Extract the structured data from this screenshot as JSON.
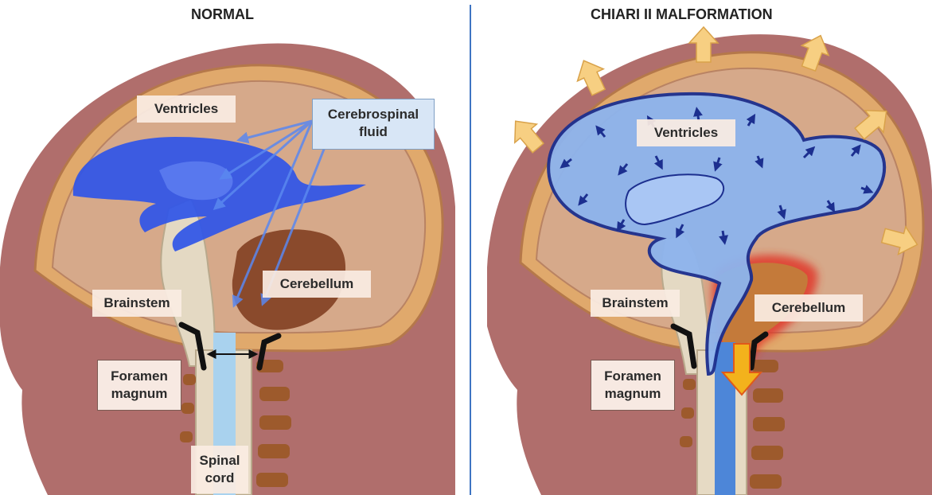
{
  "titles": {
    "normal": "NORMAL",
    "chiari": "CHIARI II  MALFORMATION"
  },
  "normal": {
    "ventricles": "Ventricles",
    "csf": [
      "Cerebrospinal",
      "fluid"
    ],
    "cerebellum": "Cerebellum",
    "brainstem": "Brainstem",
    "foramen": [
      "Foramen",
      "magnum"
    ],
    "spinal": [
      "Spinal",
      "cord"
    ]
  },
  "chiari": {
    "ventricles": "Ventricles",
    "brainstem": "Brainstem",
    "cerebellum": "Cerebellum",
    "foramen": [
      "Foramen",
      "magnum"
    ]
  },
  "colors": {
    "skin": "#b06e6c",
    "skull": "#e0a96c",
    "brain": "#d6a98a",
    "ventricle_normal": "#2f55e8",
    "ventricle_enlarged": "#8db4ee",
    "cerebellum": "#8a4a2c",
    "spinal_cord": "#a9d2ee",
    "vertebra": "#9d5a2c",
    "pressure_arrow": "#f7cf82",
    "herniation_arrow": "#f3b21c",
    "divider": "#3e74c2"
  }
}
